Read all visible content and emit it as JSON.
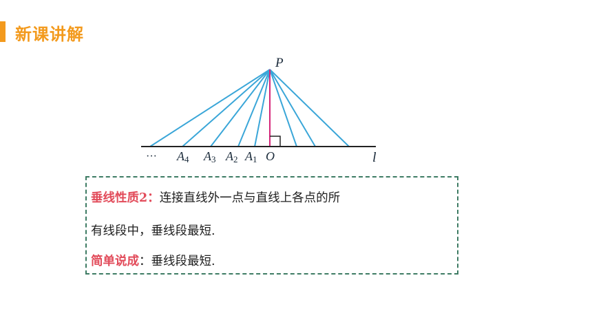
{
  "header": {
    "title": "新课讲解"
  },
  "diagram": {
    "point_p": "P",
    "origin": "O",
    "line_l": "l",
    "ellipsis": "···",
    "points": [
      {
        "base": "A",
        "sub": "4"
      },
      {
        "base": "A",
        "sub": "3"
      },
      {
        "base": "A",
        "sub": "2"
      },
      {
        "base": "A",
        "sub": "1"
      }
    ],
    "colors": {
      "ray": "#3aa6d8",
      "perpendicular": "#d6257a",
      "line": "#222222"
    }
  },
  "textbox": {
    "line1_label": "垂线性质2：",
    "line1_text": "连接直线外一点与直线上各点的所",
    "line2_text": "有线段中，垂线段最短.",
    "line3_label": "简单说成",
    "line3_sep": "：",
    "line3_text": "垂线段最短."
  }
}
